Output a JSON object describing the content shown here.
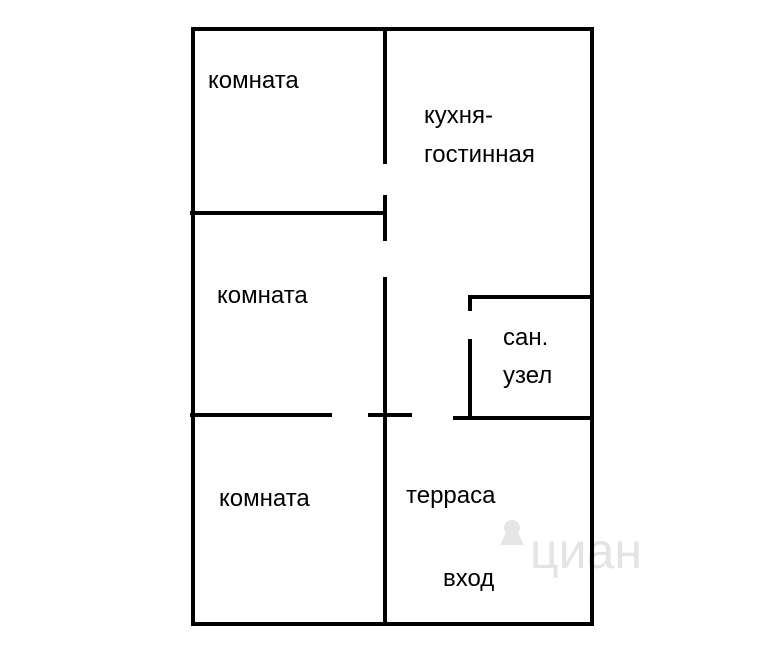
{
  "rooms": {
    "room_top_left": "комната",
    "kitchen_line1": "кухня-",
    "kitchen_line2": "гостинная",
    "room_middle_left": "комната",
    "bathroom_line1": "сан.",
    "bathroom_line2": "узел",
    "room_bottom_left": "комната",
    "terrace": "терраса",
    "entrance": "вход"
  },
  "watermark": "циан",
  "colors": {
    "walls": "#000000",
    "background": "#ffffff",
    "watermark": "#e4e4e4"
  }
}
